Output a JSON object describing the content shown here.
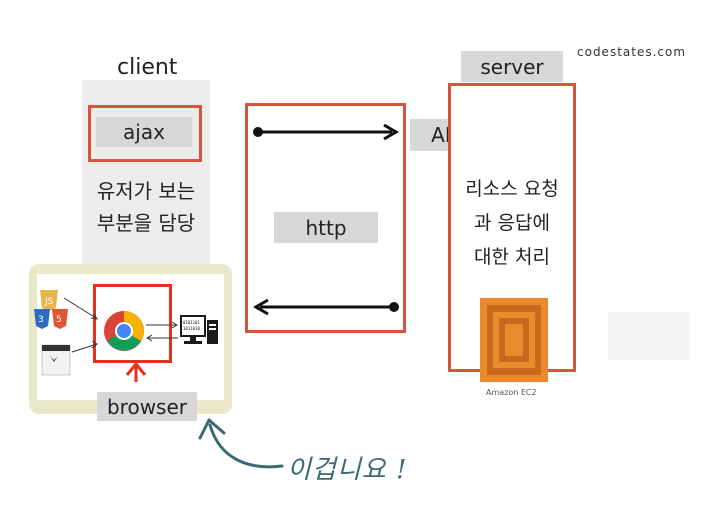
{
  "watermark": "codestates.com",
  "client": {
    "title": "client",
    "ajax_label": "ajax",
    "description_line1": "유저가 보는",
    "description_line2": "부분을 담당"
  },
  "http": {
    "label": "http",
    "api_label": "API"
  },
  "server": {
    "title": "server",
    "description_line1": "리소스 요청",
    "description_line2": "과 응답에",
    "description_line3": "대한 처리",
    "ec2_caption": "Amazon EC2"
  },
  "browser": {
    "label": "browser"
  },
  "annotation": {
    "handwritten_text": "이겁니요 !"
  },
  "colors": {
    "accent_red": "#d9543a",
    "highlight_yellow": "#e9e8c8",
    "label_gray": "#d7d7d7",
    "ec2_orange": "#e98a2c",
    "annotation_teal": "#3a6a72"
  },
  "icons": [
    "js-icon",
    "css-icon",
    "html-icon",
    "chrome-icon",
    "computer-icon",
    "amazon-ec2-icon"
  ]
}
